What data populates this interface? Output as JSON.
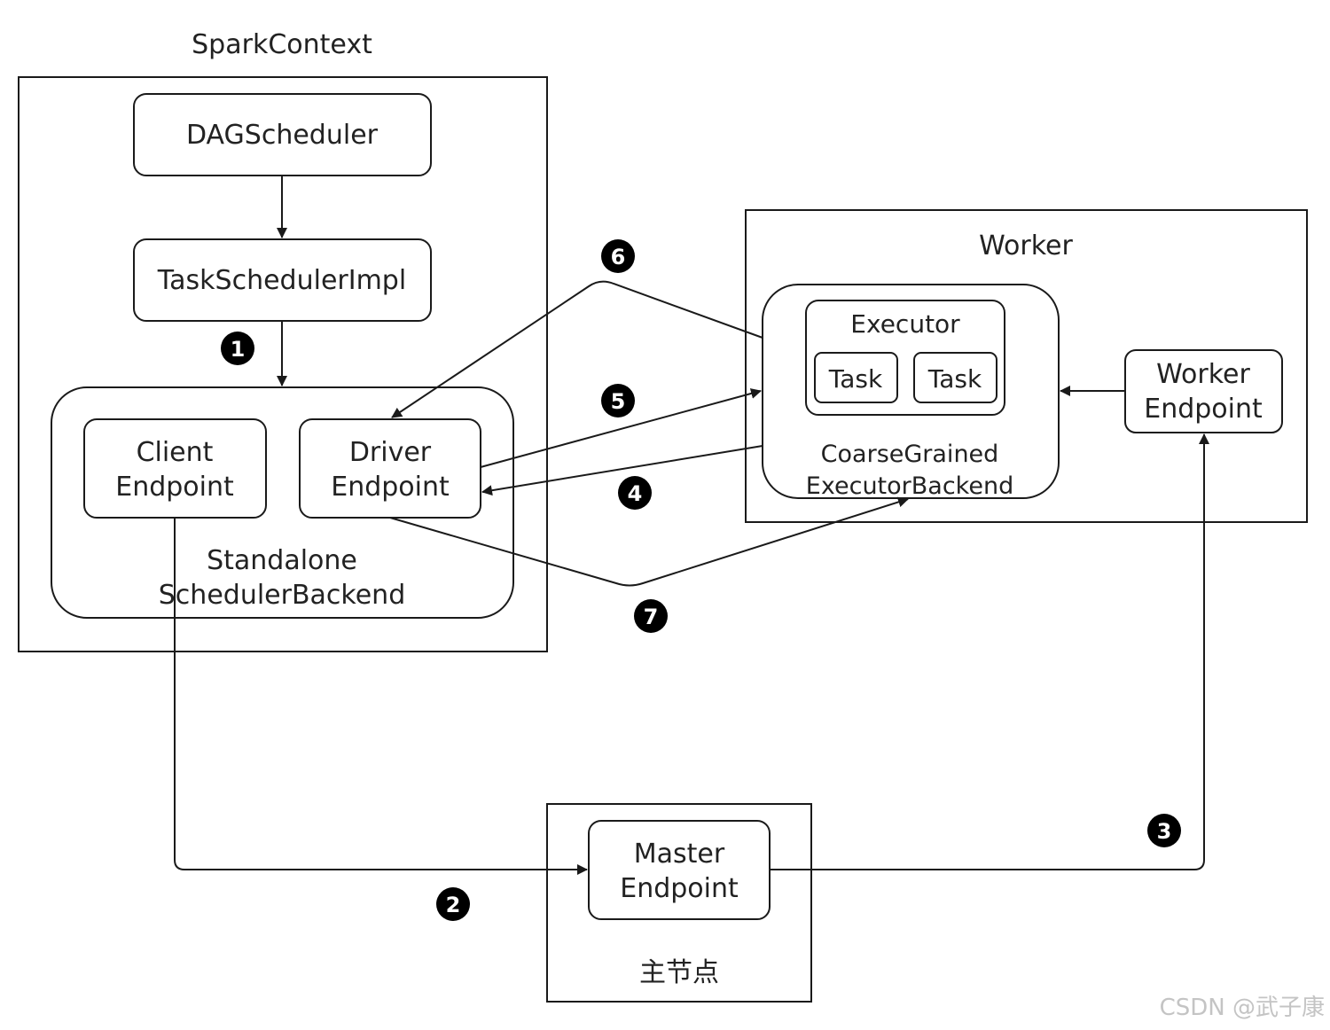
{
  "diagram": {
    "spark_context": {
      "title": "SparkContext",
      "dag_scheduler": "DAGScheduler",
      "task_scheduler": "TaskSchedulerImpl",
      "backend_line1": "Standalone",
      "backend_line2": "SchedulerBackend",
      "client_line1": "Client",
      "client_line2": "Endpoint",
      "driver_line1": "Driver",
      "driver_line2": "Endpoint"
    },
    "worker": {
      "title": "Worker",
      "executor": "Executor",
      "task1": "Task",
      "task2": "Task",
      "backend_line1": "CoarseGrained",
      "backend_line2": "ExecutorBackend",
      "endpoint_line1": "Worker",
      "endpoint_line2": "Endpoint"
    },
    "master": {
      "title": "主节点",
      "endpoint_line1": "Master",
      "endpoint_line2": "Endpoint"
    },
    "steps": [
      "1",
      "2",
      "3",
      "4",
      "5",
      "6",
      "7"
    ]
  },
  "watermark": "CSDN @武子康"
}
